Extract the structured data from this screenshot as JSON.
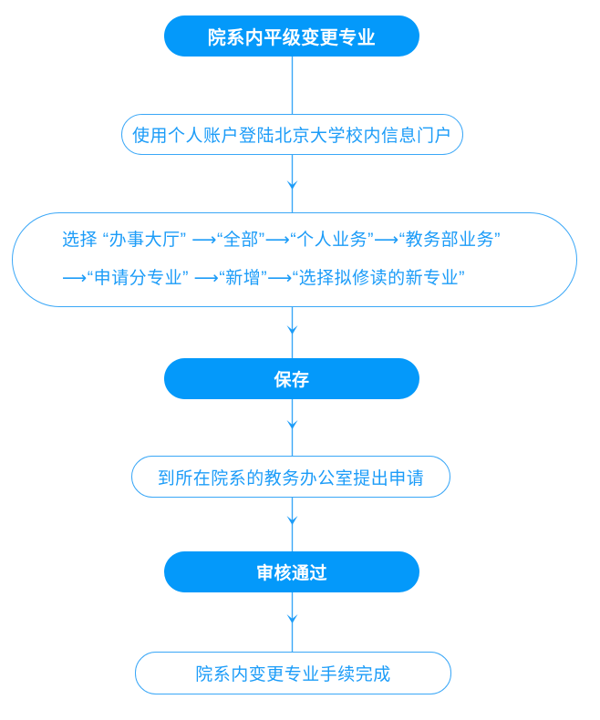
{
  "colors": {
    "fill_blue": "#0499FA",
    "line_blue": "#3AA7F7",
    "text_blue": "#1C9CF8",
    "text_white": "#FFFFFF",
    "background": "#FFFFFF"
  },
  "flowchart": {
    "title": "院系内平级变更专业",
    "nodes": [
      {
        "id": "start",
        "style": "filled",
        "label": "院系内平级变更专业"
      },
      {
        "id": "login",
        "style": "outline",
        "label": "使用个人账户登陆北京大学校内信息门户"
      },
      {
        "id": "portal-path",
        "style": "outline",
        "lines": [
          "选择 “办事大厅” ⟶“全部”⟶“个人业务”⟶“教务部业务”",
          "⟶“申请分专业” ⟶“新增”⟶“选择拟修读的新专业”"
        ]
      },
      {
        "id": "save",
        "style": "filled",
        "label": "保存"
      },
      {
        "id": "apply",
        "style": "outline",
        "label": "到所在院系的教务办公室提出申请"
      },
      {
        "id": "approved",
        "style": "filled",
        "label": "审核通过"
      },
      {
        "id": "done",
        "style": "outline",
        "label": "院系内变更专业手续完成"
      }
    ],
    "connectors": [
      {
        "from": "start",
        "to": "login",
        "arrowhead": false
      },
      {
        "from": "login",
        "to": "portal-path",
        "arrowhead": true
      },
      {
        "from": "portal-path",
        "to": "save",
        "arrowhead": true
      },
      {
        "from": "save",
        "to": "apply",
        "arrowhead": true
      },
      {
        "from": "apply",
        "to": "approved",
        "arrowhead": true
      },
      {
        "from": "approved",
        "to": "done",
        "arrowhead": true
      }
    ]
  }
}
